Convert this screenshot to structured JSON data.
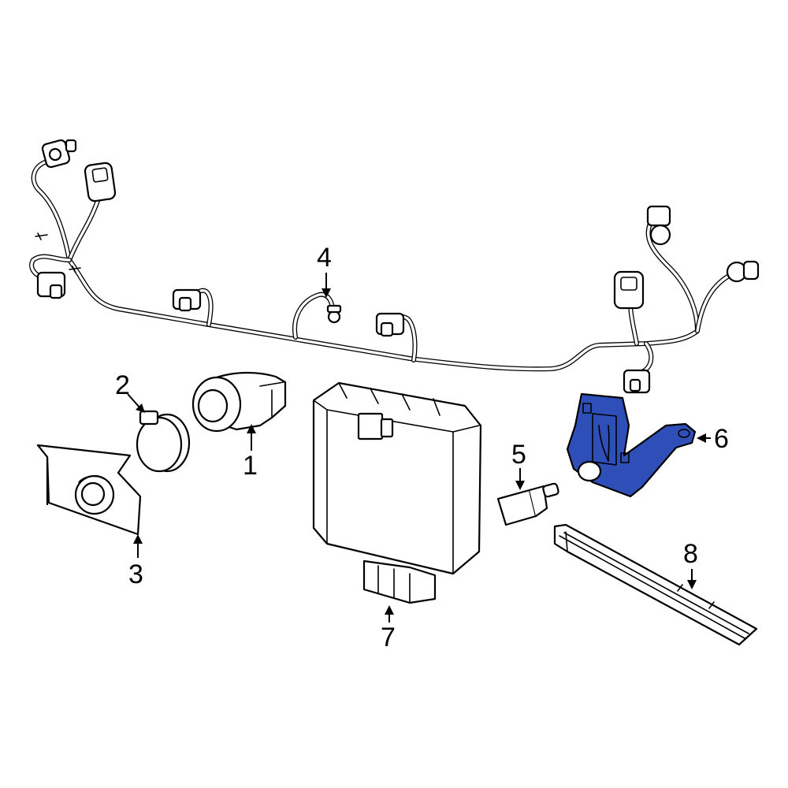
{
  "callouts": [
    {
      "id": "1",
      "label": "1"
    },
    {
      "id": "2",
      "label": "2"
    },
    {
      "id": "3",
      "label": "3"
    },
    {
      "id": "4",
      "label": "4"
    },
    {
      "id": "5",
      "label": "5"
    },
    {
      "id": "6",
      "label": "6"
    },
    {
      "id": "7",
      "label": "7"
    },
    {
      "id": "8",
      "label": "8"
    }
  ],
  "highlight_color": "#2e4fb8"
}
